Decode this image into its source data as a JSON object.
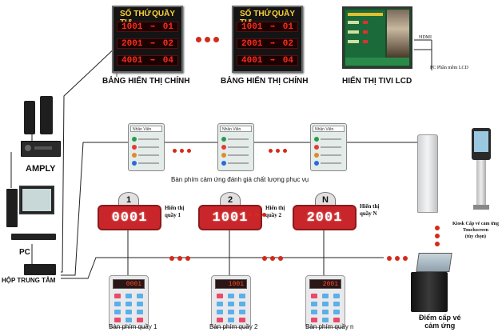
{
  "boards": {
    "header_left": "SỐ THỨ TỰ",
    "header_right": "QUẦY",
    "rows": [
      {
        "ticket": "1001",
        "counter": "01"
      },
      {
        "ticket": "2001",
        "counter": "02"
      },
      {
        "ticket": "4001",
        "counter": "04"
      }
    ],
    "label": "BẢNG HIỂN THỊ CHÍNH"
  },
  "tv": {
    "label": "HIỂN THỊ TIVI LCD",
    "hdmi": "HDMI",
    "pc_software": "PC Phần mềm LCD"
  },
  "pc_side": {
    "amply": "AMPLY",
    "pc": "PC",
    "hub": "HỘP TRUNG TÂM"
  },
  "rating": {
    "label": "Bàn phím cảm ứng đánh giá chất lượng phục vụ",
    "device_text": "Nhân Viên"
  },
  "counters": [
    {
      "badge": "1",
      "number": "0001",
      "note1": "Hiển thị",
      "note2": "quầy 1",
      "keypad_value": "0001",
      "keypad_label": "Bàn phím quầy 1"
    },
    {
      "badge": "2",
      "number": "1001",
      "note1": "Hiển thị",
      "note2": "quầy 2",
      "keypad_value": "1001",
      "keypad_label": "Bàn phím quầy 2"
    },
    {
      "badge": "N",
      "number": "2001",
      "note1": "Hiển thị",
      "note2": "quầy N",
      "keypad_value": "2001",
      "keypad_label": "Bàn phím quầy n"
    }
  ],
  "kiosk": {
    "line1": "Kiosk Cấp vé cảm ứng",
    "line2": "Touchscreen",
    "line3": "(tùy chọn)"
  },
  "ticket_point": {
    "line1": "Điểm cấp vé",
    "line2": "cảm ứng"
  },
  "colors": {
    "dot_red": "#d42a1a",
    "display_red": "#c8262a",
    "board_text_yellow": "#ffd23a",
    "led_red": "#ff2a1a"
  }
}
